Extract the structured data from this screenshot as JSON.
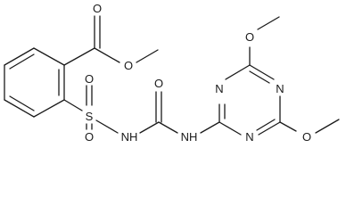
{
  "structure": {
    "atoms": {
      "ester_carbonyl_o": "O",
      "ester_o": "O",
      "sulfonyl_s": "S",
      "sulfonyl_o_top": "O",
      "sulfonyl_o_bottom": "O",
      "urea_o": "O",
      "nh_left": "NH",
      "nh_right": "NH",
      "triazine_n_top_left": "N",
      "triazine_n_right": "N",
      "triazine_n_bottom": "N",
      "methoxy_o_top": "O",
      "methoxy_o_bottom": "O"
    }
  }
}
